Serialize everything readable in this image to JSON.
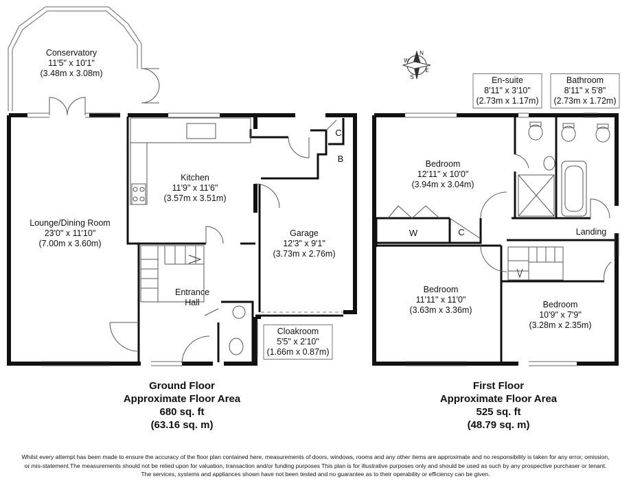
{
  "rooms": {
    "conservatory": {
      "name": "Conservatory",
      "imperial": "11'5\" x 10'1\"",
      "metric": "(3.48m x 3.08m)"
    },
    "lounge": {
      "name": "Lounge/Dining Room",
      "imperial": "23'0\" x 11'10\"",
      "metric": "(7.00m x 3.60m)"
    },
    "kitchen": {
      "name": "Kitchen",
      "imperial": "11'9\" x 11'6\"",
      "metric": "(3.57m x 3.51m)"
    },
    "garage": {
      "name": "Garage",
      "imperial": "12'3\" x 9'1\"",
      "metric": "(3.73m x 2.76m)"
    },
    "entrance_hall": {
      "line1": "Entrance",
      "line2": "Hall"
    },
    "cloakroom": {
      "name": "Cloakroom",
      "imperial": "5'5\" x 2'10\"",
      "metric": "(1.66m x 0.87m)"
    },
    "ensuite": {
      "name": "En-suite",
      "imperial": "8'11\" x 3'10\"",
      "metric": "(2.73m x 1.17m)"
    },
    "bathroom": {
      "name": "Bathroom",
      "imperial": "8'11\" x 5'8\"",
      "metric": "(2.73m x 1.72m)"
    },
    "bedroom1": {
      "name": "Bedroom",
      "imperial": "12'11\" x 10'0\"",
      "metric": "(3.94m x 3.04m)"
    },
    "bedroom2": {
      "name": "Bedroom",
      "imperial": "11'11\" x 11'0\"",
      "metric": "(3.63m x 3.36m)"
    },
    "bedroom3": {
      "name": "Bedroom",
      "imperial": "10'9\" x 7'9\"",
      "metric": "(3.28m x 2.35m)"
    },
    "landing": {
      "name": "Landing"
    }
  },
  "marks": {
    "cupboard": "C",
    "boiler": "B",
    "wardrobe": "W"
  },
  "compass": {
    "north": "N",
    "south": "S",
    "east": "E",
    "west": "W"
  },
  "ground_floor": {
    "line1": "Ground Floor",
    "line2": "Approximate Floor Area",
    "sqft": "680 sq. ft",
    "sqm": "(63.16 sq. m)"
  },
  "first_floor": {
    "line1": "First Floor",
    "line2": "Approximate Floor Area",
    "sqft": "525 sq. ft",
    "sqm": "(48.79 sq. m)"
  },
  "disclaimer": {
    "line1": "Whilst every attempt has been made to ensure the accuracy of the floor plan contained here, measurements of doors, windows, rooms and any other items are approximate and no responsibility is taken for any error, omission,",
    "line2": "or mis-statement.The measurements should not be relied upon for valuation, transaction and/or funding purposes This plan is for illustrative purposes only and should be used as such by any prospective purchaser or tenant.",
    "line3": "The services, systems and appliances shown have not been tested and no guarantee as to their operability or efficiency can be given."
  },
  "colors": {
    "wall": "#111111",
    "line": "#555555",
    "background": "#ffffff"
  }
}
